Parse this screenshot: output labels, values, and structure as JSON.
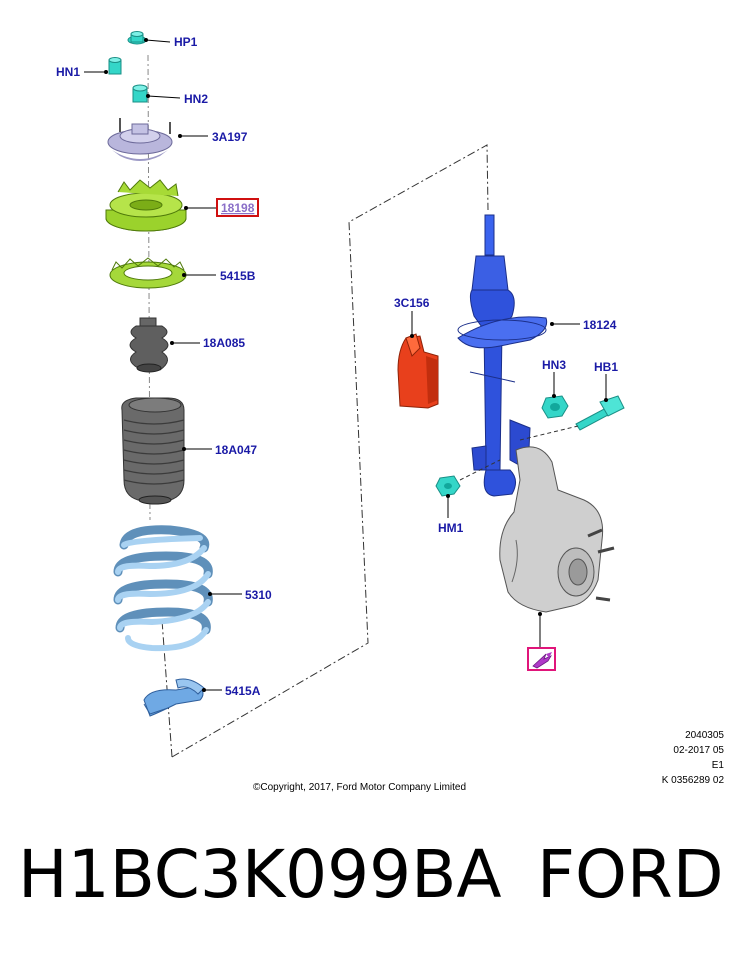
{
  "callouts": {
    "hp1": "HP1",
    "hn1": "HN1",
    "hn2": "HN2",
    "a3a197": "3A197",
    "n18198": "18198",
    "n5415b": "5415B",
    "n18a085": "18A085",
    "n18a047": "18A047",
    "n5310": "5310",
    "n5415a": "5415A",
    "n3c156": "3C156",
    "n18124": "18124",
    "hn3": "HN3",
    "hb1": "HB1",
    "hm1": "HM1"
  },
  "reference": {
    "line1": "2040305",
    "line2": "02-2017 05",
    "line3": "E1",
    "line4": "K 0356289 02"
  },
  "copyright": "©Copyright, 2017, Ford Motor Company Limited",
  "footer": {
    "part_number": "H1BC3K099BA",
    "brand": "FORD"
  },
  "colors": {
    "callout_text": "#1a1aa6",
    "highlight_box": "#e0157a",
    "selected_box": "#d01010",
    "fastener": "#34d6c8",
    "mount": "#b9b6dc",
    "bearing": "#9bd22c",
    "bumper": "#5f5f5f",
    "spring": "#8fc0e8",
    "strut": "#3557e0",
    "sensor": "#e8401c",
    "knuckle": "#d6d6d6"
  }
}
